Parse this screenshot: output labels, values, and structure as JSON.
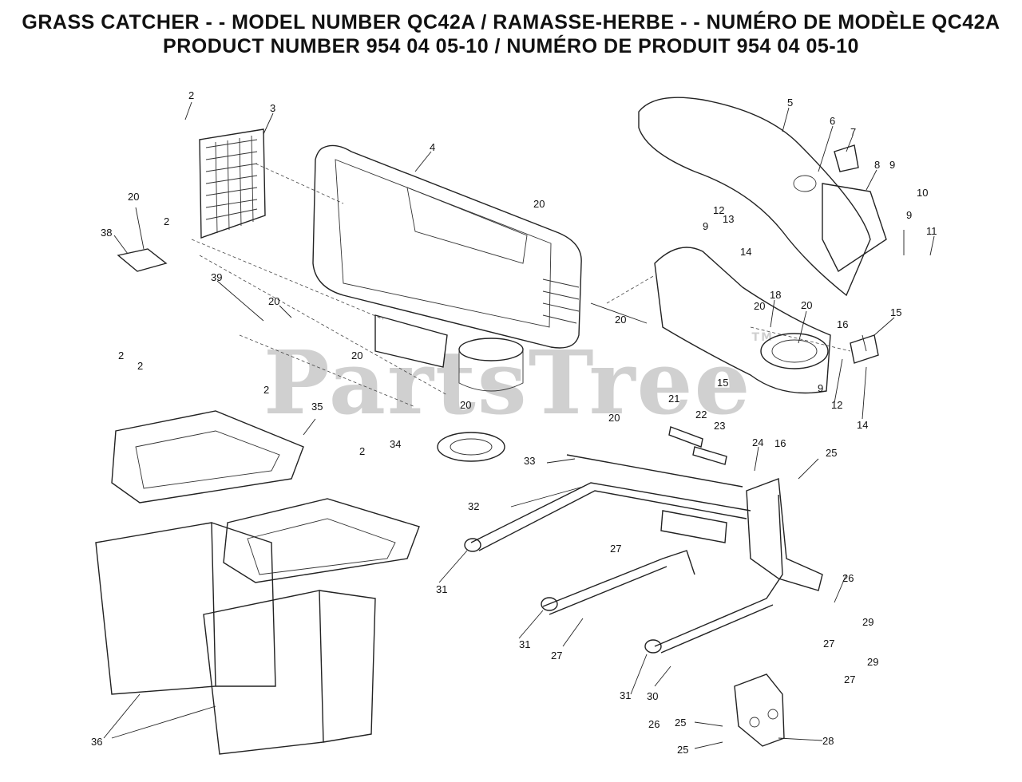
{
  "header": {
    "line1": "GRASS CATCHER - - MODEL NUMBER QC42A / RAMASSE-HERBE - - NUMÉRO DE MODÈLE QC42A",
    "line2": "PRODUCT NUMBER 954 04 05-10 / NUMÉRO DE PRODUIT 954 04 05-10"
  },
  "watermark": {
    "text": "PartsTree",
    "tm": "TM"
  },
  "callouts": [
    "2",
    "3",
    "4",
    "5",
    "6",
    "7",
    "8",
    "9",
    "10",
    "9",
    "11",
    "12",
    "13",
    "9",
    "14",
    "20",
    "20",
    "2",
    "38",
    "20",
    "39",
    "20",
    "20",
    "2",
    "2",
    "2",
    "18",
    "20",
    "15",
    "16",
    "15",
    "9",
    "12",
    "14",
    "16",
    "20",
    "20",
    "21",
    "22",
    "23",
    "35",
    "34",
    "2",
    "24",
    "25",
    "33",
    "32",
    "27",
    "26",
    "31",
    "31",
    "27",
    "29",
    "29",
    "27",
    "27",
    "31",
    "30",
    "26",
    "25",
    "25",
    "28",
    "36",
    "20"
  ]
}
